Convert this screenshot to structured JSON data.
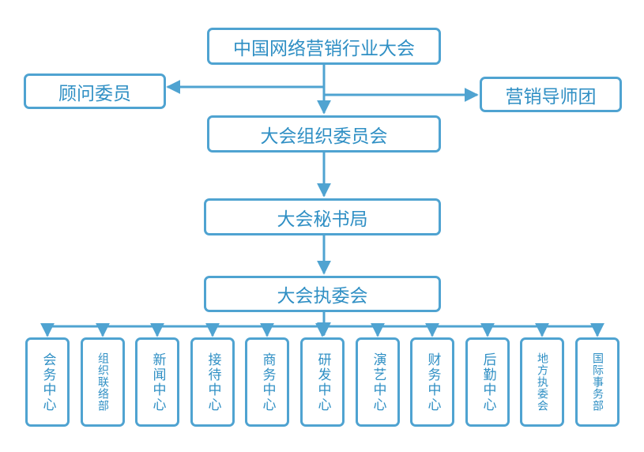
{
  "diagram": {
    "top": "中国网络营销行业大会",
    "advisors": "顾问委员",
    "mentors": "营销导师团",
    "committee": "大会组织委员会",
    "secretariat": "大会秘书局",
    "executive": "大会执委会",
    "departments": [
      "会务中心",
      "组织联络部",
      "新闻中心",
      "接待中心",
      "商务中心",
      "研发中心",
      "演艺中心",
      "财务中心",
      "后勤中心",
      "地方执委会",
      "国际事务部"
    ]
  },
  "colors": {
    "line": "#4fa3d1",
    "text": "#2f8fc4"
  }
}
